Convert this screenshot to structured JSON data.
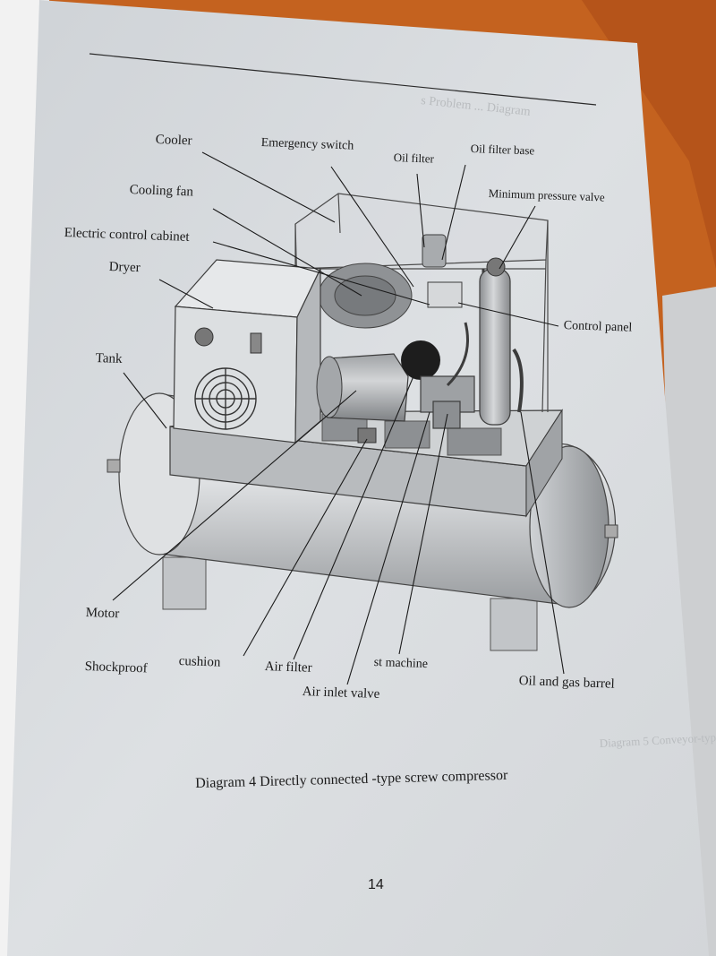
{
  "labels": {
    "cooler": "Cooler",
    "emergency_switch": "Emergency switch",
    "oil_filter": "Oil filter",
    "oil_filter_base": "Oil filter base",
    "cooling_fan": "Cooling fan",
    "minimum_pressure_valve": "Minimum pressure valve",
    "electric_control_cabinet": "Electric control cabinet",
    "dryer": "Dryer",
    "control_panel": "Control panel",
    "tank": "Tank",
    "motor": "Motor",
    "shockproof": "Shockproof",
    "cushion": "cushion",
    "air_filter": "Air filter",
    "host_machine": "st machine",
    "oil_and_gas_barrel": "Oil and gas barrel",
    "air_inlet_valve": "Air inlet valve"
  },
  "caption": "Diagram 4   Directly connected -type screw compressor",
  "page_number": "14",
  "colors": {
    "background_orange": "#c4621f",
    "paper": "#d9dde0",
    "ink": "#1b1b1b"
  }
}
